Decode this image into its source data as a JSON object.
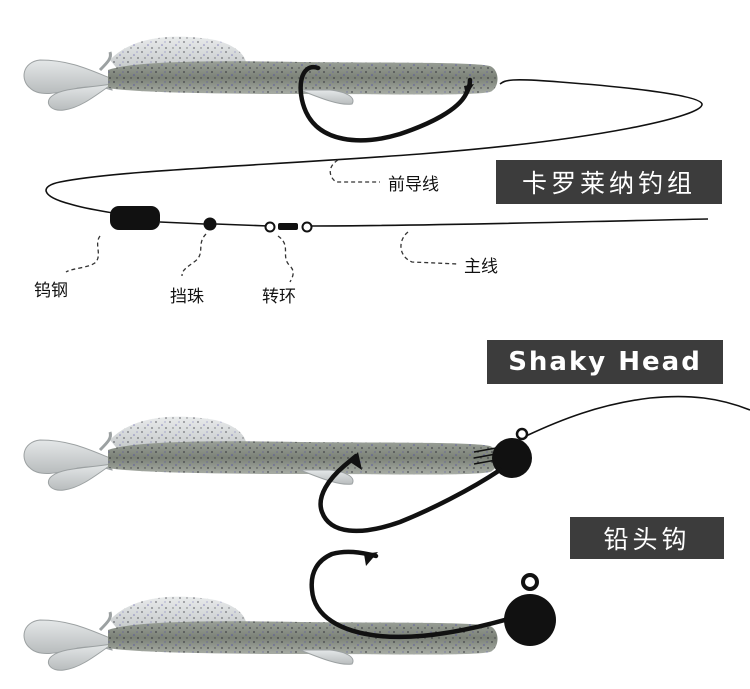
{
  "rig_titles": {
    "carolina": "卡罗莱纳钓组",
    "shaky": "Shaky Head",
    "jighead": "铅头钩"
  },
  "component_labels": {
    "leader": "前导线",
    "main_line": "主线",
    "tungsten_weight": "钨钢",
    "bead": "挡珠",
    "swivel": "转环"
  },
  "colors": {
    "tag_background": "#3c3c3c",
    "tag_text": "#ffffff",
    "line": "#111111",
    "lure_body": "#7c8278",
    "lure_tail": "#cfd3d4",
    "fleck_dark": "#2b2b33",
    "fleck_blue": "#4a46a8",
    "weight": "#111111"
  }
}
